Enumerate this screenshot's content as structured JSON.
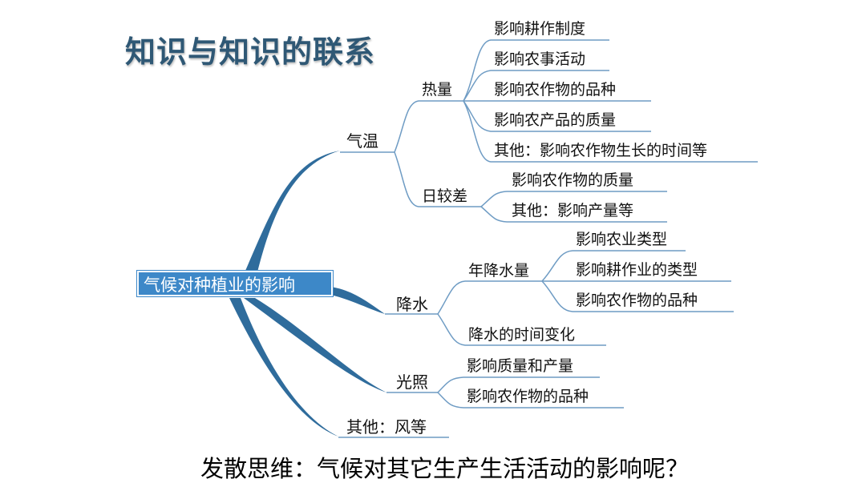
{
  "title": "知识与知识的联系",
  "root": "气候对种植业的影响",
  "branches": {
    "temperature": {
      "label": "气温",
      "heat": {
        "label": "热量",
        "items": [
          "影响耕作制度",
          "影响农事活动",
          "影响农作物的品种",
          "影响农产品的质量",
          "其他：影响农作物生长的时间等"
        ]
      },
      "diurnal": {
        "label": "日较差",
        "items": [
          "影响农作物的质量",
          "其他：影响产量等"
        ]
      }
    },
    "precipitation": {
      "label": "降水",
      "annual": {
        "label": "年降水量",
        "items": [
          "影响农业类型",
          "影响耕作业的类型",
          "影响农作物的品种"
        ]
      },
      "timing": "降水的时间变化"
    },
    "sunlight": {
      "label": "光照",
      "items": [
        "影响质量和产量",
        "影响农作物的品种"
      ]
    },
    "other": "其他：风等"
  },
  "footer": "发散思维：气候对其它生产生活活动的影响呢？",
  "colors": {
    "title": "#2f5875",
    "branch": "#2f6c9c",
    "connector": "#6f9cc4",
    "root_fill": "#3d88c8"
  }
}
